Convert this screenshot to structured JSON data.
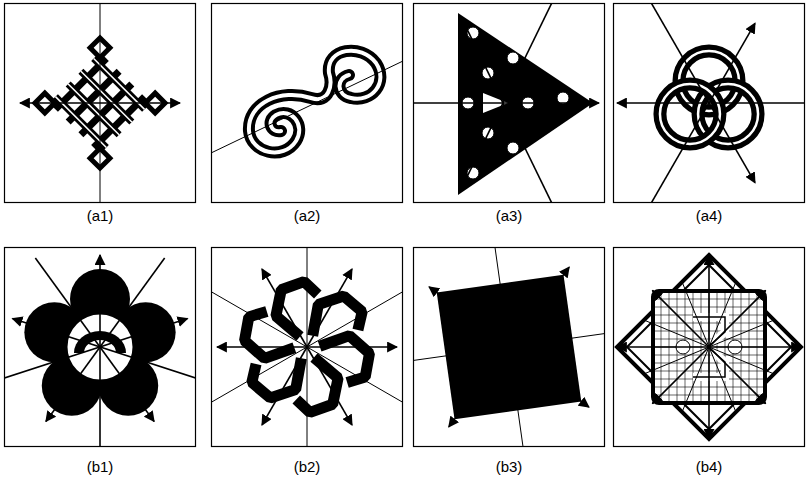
{
  "diagram": {
    "labels": [
      "(a1)",
      "(a2)",
      "(a3)",
      "(a4)",
      "(b1)",
      "(b2)",
      "(b3)",
      "(b4)"
    ]
  }
}
